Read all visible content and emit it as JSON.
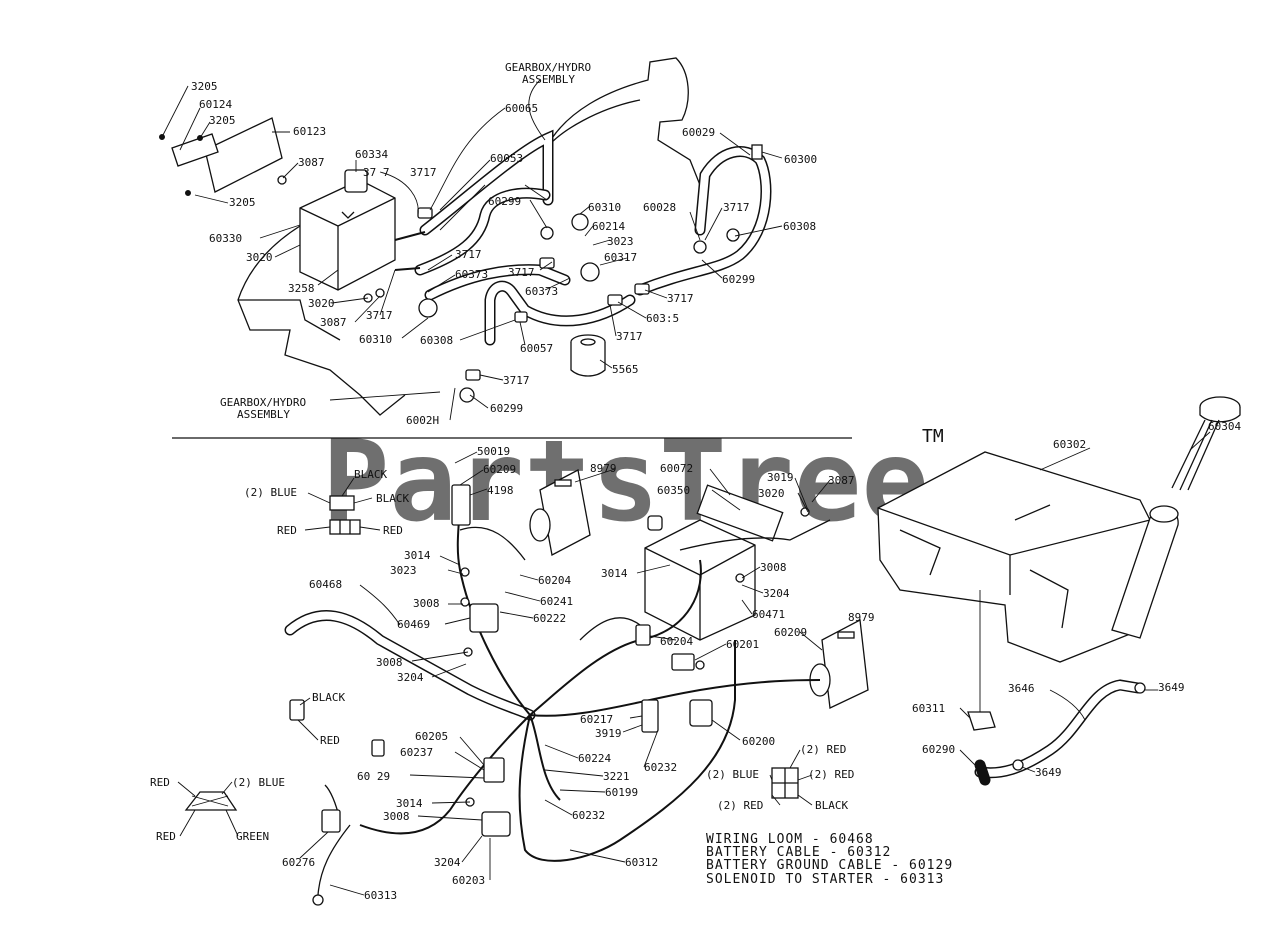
{
  "watermark": {
    "brand": "PartsTree",
    "trademark": "TM"
  },
  "assemblies": [
    "GEARBOX/HYDRO",
    "ASSEMBLY",
    "GEARBOX/HYDRO",
    "ASSEMBLY"
  ],
  "callouts": [
    "3205",
    "60124",
    "3205",
    "60123",
    "3087",
    "60334",
    "3205",
    "60330",
    "3020",
    "3258",
    "3020",
    "3087",
    "3717",
    "60310",
    "60065",
    "60053",
    "37 7",
    "60299",
    "3717",
    "3717",
    "60373",
    "3717",
    "60373",
    "60308",
    "60057",
    "3717",
    "60299",
    "6002H",
    "60029",
    "60300",
    "60310",
    "60214",
    "3023",
    "60317",
    "60028",
    "3717",
    "60308",
    "60299",
    "3717",
    "603:5",
    "3717",
    "5565",
    "60304",
    "60302",
    "50019",
    "60209",
    "8979",
    "4198",
    "60072",
    "60350",
    "3019",
    "3020",
    "3087",
    "3014",
    "60204",
    "3023",
    "60468",
    "3008",
    "60241",
    "60469",
    "60222",
    "3014",
    "3008",
    "3204",
    "60471",
    "3008",
    "3204",
    "60204",
    "60201",
    "60209",
    "8979",
    "60217",
    "3919",
    "60200",
    "60205",
    "60237",
    "60 29",
    "60224",
    "3221",
    "60199",
    "60232",
    "3014",
    "3008",
    "60232",
    "60276",
    "3204",
    "60312",
    "60203",
    "60313",
    "60311",
    "3646",
    "3649",
    "60290",
    "3649"
  ],
  "wire_colors": [
    "BLACK",
    "(2) BLUE",
    "BLACK",
    "RED",
    "RED",
    "BLACK",
    "RED",
    "RED",
    "(2) BLUE",
    "RED",
    "GREEN",
    "(2) RED",
    "(2) BLUE",
    "(2) RED",
    "(2) RED",
    "BLACK"
  ],
  "legend": [
    "WIRING LOOM - 60468",
    "BATTERY CABLE - 60312",
    "BATTERY GROUND CABLE - 60129",
    "SOLENOID TO STARTER - 60313"
  ]
}
